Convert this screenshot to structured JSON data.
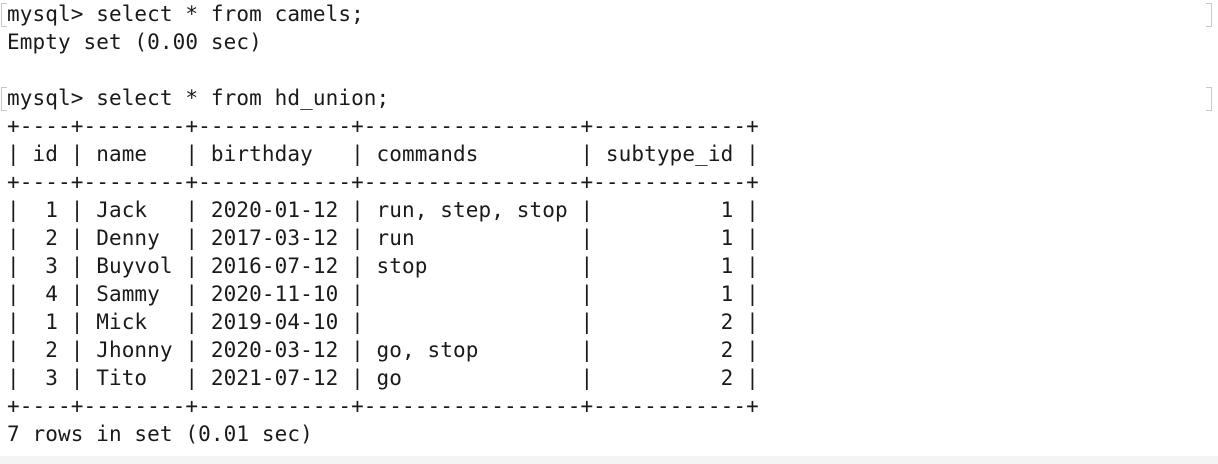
{
  "terminal": {
    "prompt": "mysql>",
    "commands": [
      {
        "input": "mysql> select * from camels;",
        "output": [
          "Empty set (0.00 sec)"
        ]
      },
      {
        "input": "mysql> select * from hd_union;",
        "output": [
          "+----+--------+------------+-----------------+------------+",
          "| id | name   | birthday   | commands        | subtype_id |",
          "+----+--------+------------+-----------------+------------+",
          "|  1 | Jack   | 2020-01-12 | run, step, stop |          1 |",
          "|  2 | Denny  | 2017-03-12 | run             |          1 |",
          "|  3 | Buyvol | 2016-07-12 | stop            |          1 |",
          "|  4 | Sammy  | 2020-11-10 |                 |          1 |",
          "|  1 | Mick   | 2019-04-10 |                 |          2 |",
          "|  2 | Jhonny | 2020-03-12 | go, stop        |          2 |",
          "|  3 | Tito   | 2021-07-12 | go              |          2 |",
          "+----+--------+------------+-----------------+------------+",
          "7 rows in set (0.01 sec)"
        ]
      }
    ],
    "table": {
      "columns": [
        "id",
        "name",
        "birthday",
        "commands",
        "subtype_id"
      ],
      "rows": [
        [
          "1",
          "Jack",
          "2020-01-12",
          "run, step, stop",
          "1"
        ],
        [
          "2",
          "Denny",
          "2017-03-12",
          "run",
          "1"
        ],
        [
          "3",
          "Buyvol",
          "2016-07-12",
          "stop",
          "1"
        ],
        [
          "4",
          "Sammy",
          "2020-11-10",
          "",
          "1"
        ],
        [
          "1",
          "Mick",
          "2019-04-10",
          "",
          "2"
        ],
        [
          "2",
          "Jhonny",
          "2020-03-12",
          "go, stop",
          "2"
        ],
        [
          "3",
          "Tito",
          "2021-07-12",
          "go",
          "2"
        ]
      ]
    },
    "colors": {
      "background": "#ffffff",
      "text": "#1a1a1a",
      "marker": "#c8c8c8"
    }
  }
}
